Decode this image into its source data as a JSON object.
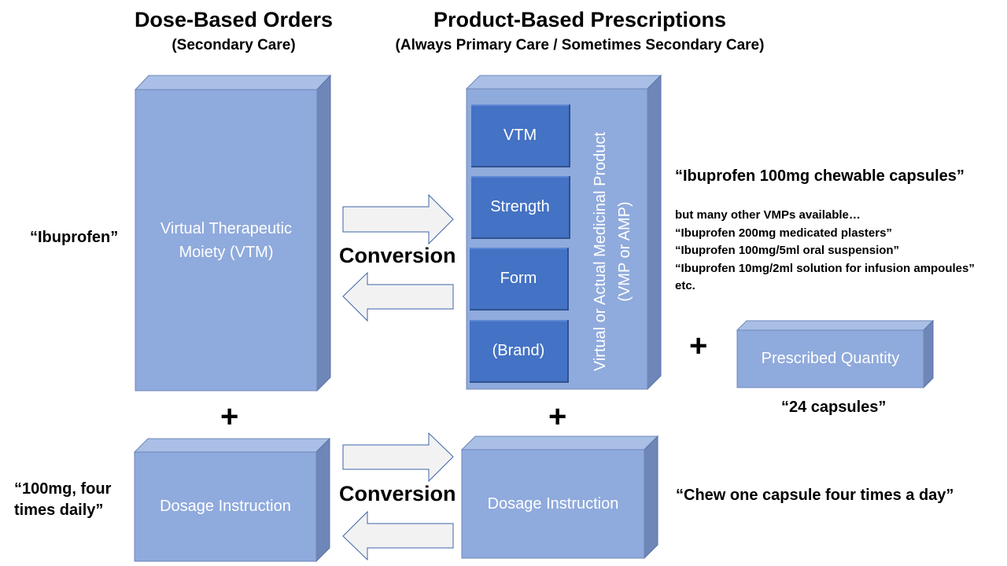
{
  "headings": {
    "left_title": "Dose-Based Orders",
    "left_subtitle": "(Secondary Care)",
    "right_title": "Product-Based Prescriptions",
    "right_subtitle": "(Always Primary Care  / Sometimes Secondary Care)"
  },
  "boxes": {
    "vtm_line1": "Virtual Therapeutic",
    "vtm_line2": "Moiety (VTM)",
    "vmp_line1": "Virtual or Actual Medicinal Product",
    "vmp_line2": "(VMP or AMP)",
    "inner_vtm": "VTM",
    "inner_strength": "Strength",
    "inner_form": "Form",
    "inner_brand": "(Brand)",
    "quantity": "Prescribed Quantity",
    "dosage_left": "Dosage Instruction",
    "dosage_right": "Dosage Instruction"
  },
  "labels": {
    "conversion_top": "Conversion",
    "conversion_bottom": "Conversion",
    "plus": "+"
  },
  "examples": {
    "ibuprofen": "“Ibuprofen”",
    "dose_line1": "“100mg, four",
    "dose_line2": "times daily”",
    "chewable": "“Ibuprofen 100mg chewable capsules”",
    "other_intro": "but many other VMPs available…",
    "other1": "“Ibuprofen 200mg medicated plasters”",
    "other2": "“Ibuprofen 100mg/5ml oral suspension”",
    "other3": "“Ibuprofen 10mg/2ml solution for infusion ampoules”",
    "etc": "etc.",
    "capsules": "“24 capsules”",
    "chew_instruction": "“Chew one capsule four times a day”"
  },
  "colors": {
    "box_front": "#8faadc",
    "box_side": "#6f87b8",
    "box_top": "#a9bfe6",
    "inner_box": "#4472c4",
    "arrow_fill": "#f2f2f2",
    "arrow_stroke": "#3c64a8"
  }
}
